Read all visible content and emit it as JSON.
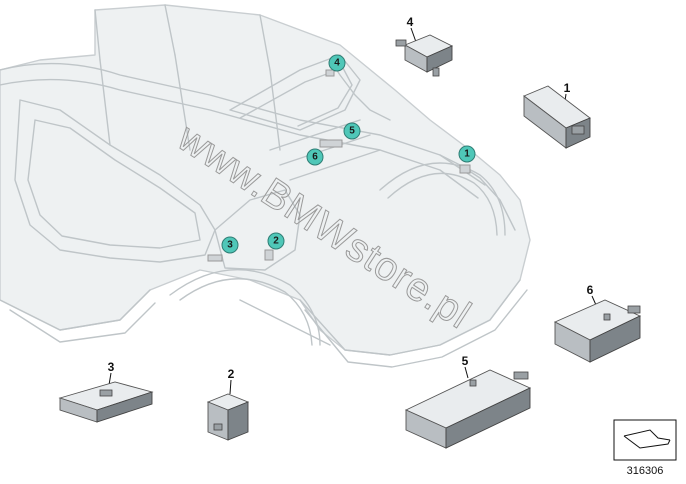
{
  "diagram": {
    "callouts": [
      "4",
      "5",
      "6",
      "1",
      "2",
      "3"
    ],
    "parts": [
      "1",
      "2",
      "3",
      "4",
      "5",
      "6"
    ],
    "watermark": "www.BMWstore.pl",
    "reference_number": "316306"
  }
}
